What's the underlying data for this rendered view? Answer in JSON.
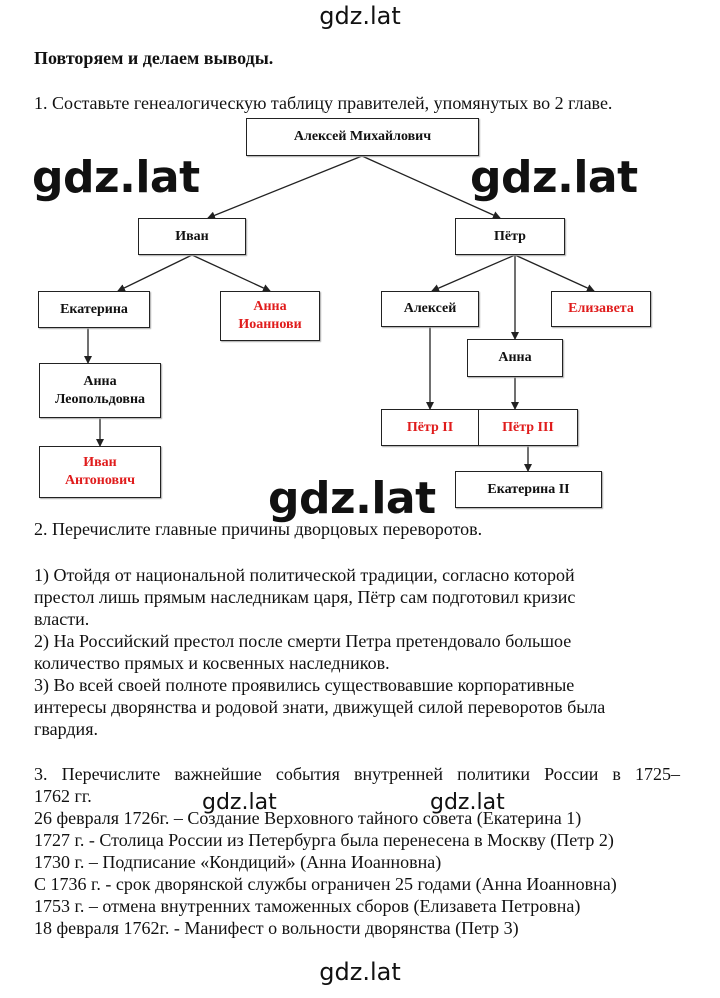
{
  "watermarks": {
    "top": "gdz.lat",
    "big_left": "gdz.lat",
    "big_right": "gdz.lat",
    "big_center": "gdz.lat",
    "small_left": "gdz.lat",
    "small_right": "gdz.lat",
    "bottom": "gdz.lat"
  },
  "heading": "Повторяем и делаем выводы.",
  "q1": "1.  Составьте генеалогическую таблицу правителей, упомянутых во 2 главе.",
  "tree": {
    "aleksey_mikh": "Алексей Михайлович",
    "ivan": "Иван",
    "petr": "Пётр",
    "ekaterina": "Екатерина",
    "anna_ioann_l1": "Анна",
    "anna_ioann_l2": "Иоаннови",
    "aleksey": "Алексей",
    "elizaveta": "Елизавета",
    "anna": "Анна",
    "anna_leop_l1": "Анна",
    "anna_leop_l2": "Леопольдовна",
    "ivan_ant_l1": "Иван",
    "ivan_ant_l2": "Антонович",
    "petr2": "Пётр II",
    "petr3": "Пётр III",
    "ekaterina2": "Екатерина II"
  },
  "q2": "2.  Перечислите главные причины дворцовых переворотов.",
  "causes": [
    [
      "1) Отойдя от национальной политической традиции, согласно которой",
      "престол лишь прямым наследникам царя, Пётр сам подготовил кризис",
      "власти."
    ],
    [
      "2) На Российский престол после смерти Петра претендовало большое",
      "количество прямых и косвенных наследников."
    ],
    [
      "3) Во всей своей полноте проявились существовавшие корпоративные",
      "интересы дворянства и родовой знати, движущей силой переворотов была",
      "гвардия."
    ]
  ],
  "q3_line1": "3.  Перечислите важнейшие события внутренней политики России в 1725–",
  "q3_line2": "1762 гг.",
  "events": [
    "26 февраля 1726г. – Создание Верховного тайного совета (Екатерина 1)",
    "1727 г. - Столица России из Петербурга была перенесена в Москву (Петр 2)",
    "1730 г. – Подписание «Кондиций» (Анна Иоанновна)",
    "С 1736 г. - срок дворянской службы ограничен 25 годами (Анна Иоанновна)",
    "1753 г. – отмена внутренних таможенных сборов (Елизавета Петровна)",
    "18 февраля 1762г. - Манифест о вольности дворянства (Петр 3)"
  ]
}
